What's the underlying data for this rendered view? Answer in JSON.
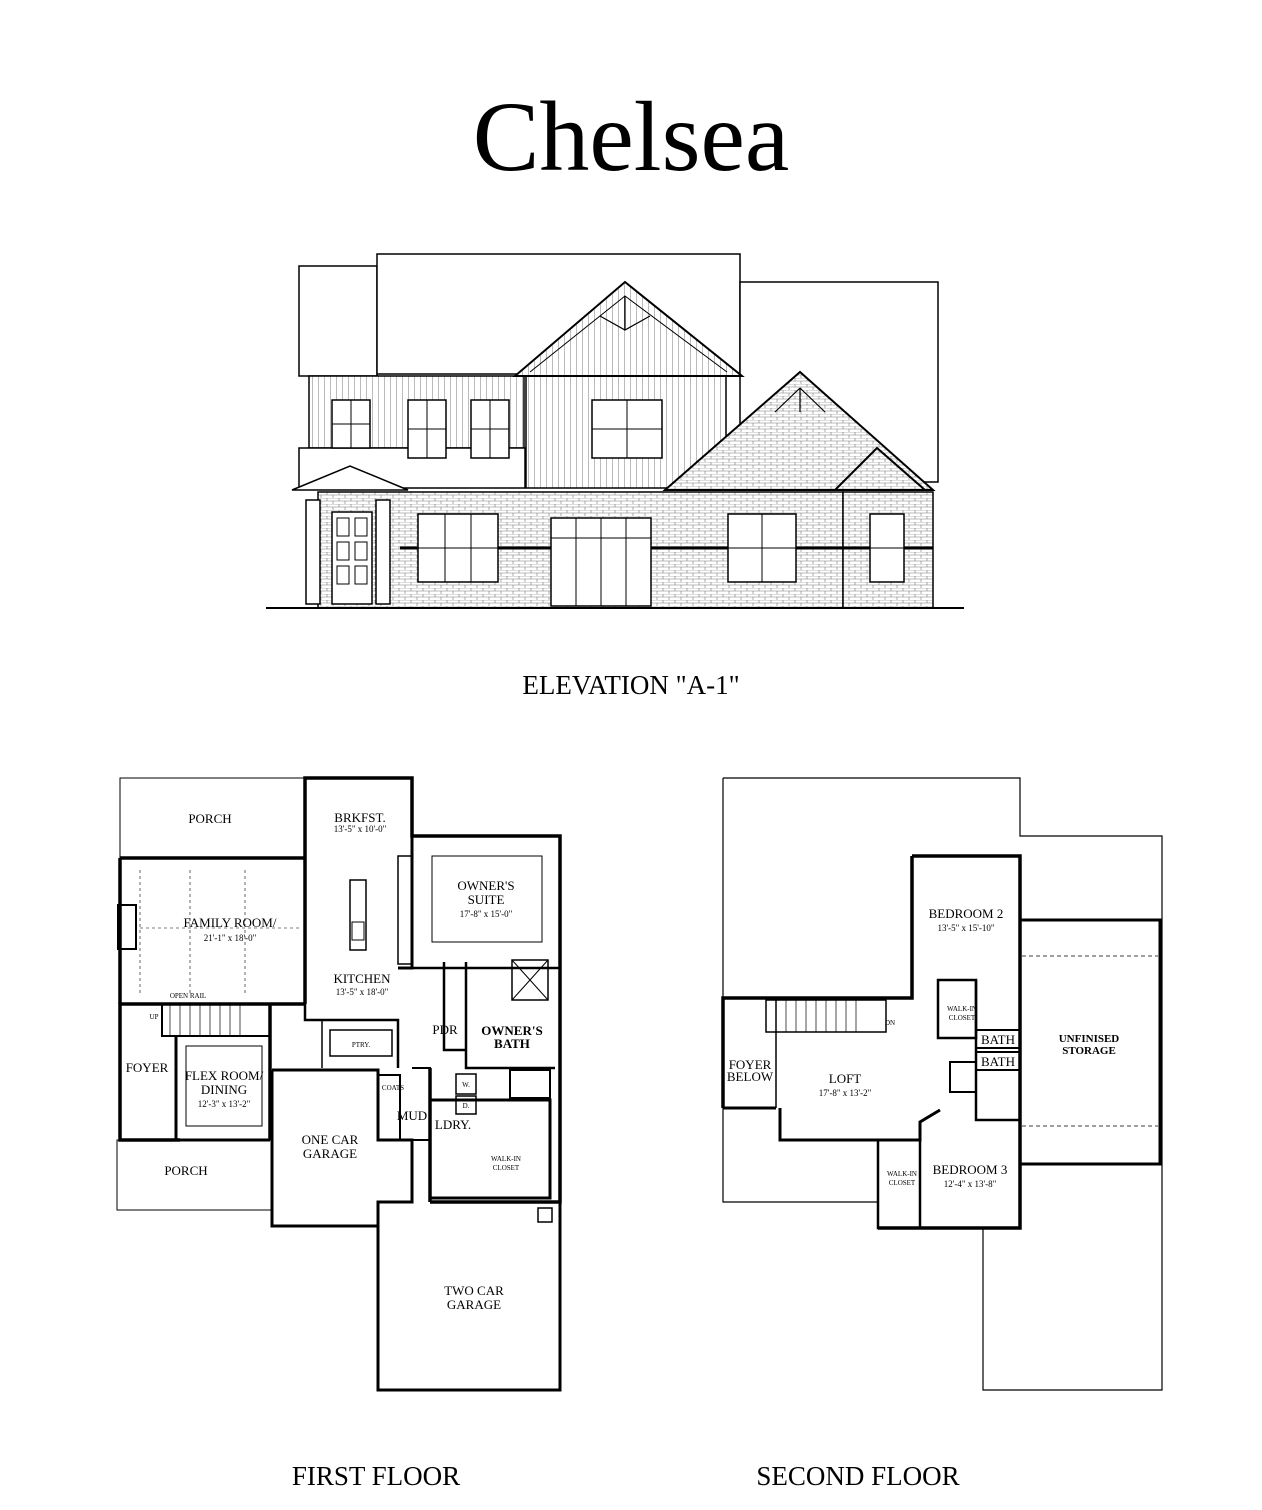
{
  "title": "Chelsea",
  "elevation": {
    "caption": "ELEVATION \"A-1\""
  },
  "first_floor": {
    "caption": "FIRST FLOOR",
    "rooms": {
      "porch_rear": "PORCH",
      "brkfst": "BRKFST.",
      "brkfst_dim": "13'-5\" x 10'-0\"",
      "owners_suite_1": "OWNER'S",
      "owners_suite_2": "SUITE",
      "owners_suite_dim": "17'-8\" x 15'-0\"",
      "family_room": "FAMILY ROOM/",
      "family_room_dim": "21'-1\" x 18'-0\"",
      "kitchen": "KITCHEN",
      "kitchen_dim": "13'-5\" x 18'-0\"",
      "open_rail": "OPEN RAIL",
      "up": "UP",
      "pdr": "PDR",
      "owners_bath_1": "OWNER'S",
      "owners_bath_2": "BATH",
      "ptry": "PTRY.",
      "foyer": "FOYER",
      "flex_1": "FLEX ROOM/",
      "flex_2": "DINING",
      "flex_dim": "12'-3\" x 13'-2\"",
      "coats": "COATS",
      "mud": "MUD",
      "w": "W.",
      "d": "D.",
      "ldry": "LDRY.",
      "one_car_1": "ONE CAR",
      "one_car_2": "GARAGE",
      "walkin_1": "WALK-IN",
      "walkin_2": "CLOSET",
      "porch_front": "PORCH",
      "two_car_1": "TWO CAR",
      "two_car_2": "GARAGE"
    }
  },
  "second_floor": {
    "caption": "SECOND FLOOR",
    "rooms": {
      "bedroom2": "BEDROOM 2",
      "bedroom2_dim": "13'-5\" x 15'-10\"",
      "walkin_a_1": "WALK-IN",
      "walkin_a_2": "CLOSET",
      "dn": "DN",
      "bath1": "BATH",
      "bath2": "BATH",
      "foyer_below_1": "FOYER",
      "foyer_below_2": "BELOW",
      "loft": "LOFT",
      "loft_dim": "17'-8\" x 13'-2\"",
      "storage_1": "UNFINISED",
      "storage_2": "STORAGE",
      "walkin_b_1": "WALK-IN",
      "walkin_b_2": "CLOSET",
      "bedroom3": "BEDROOM 3",
      "bedroom3_dim": "12'-4\" x 13'-8\""
    }
  }
}
